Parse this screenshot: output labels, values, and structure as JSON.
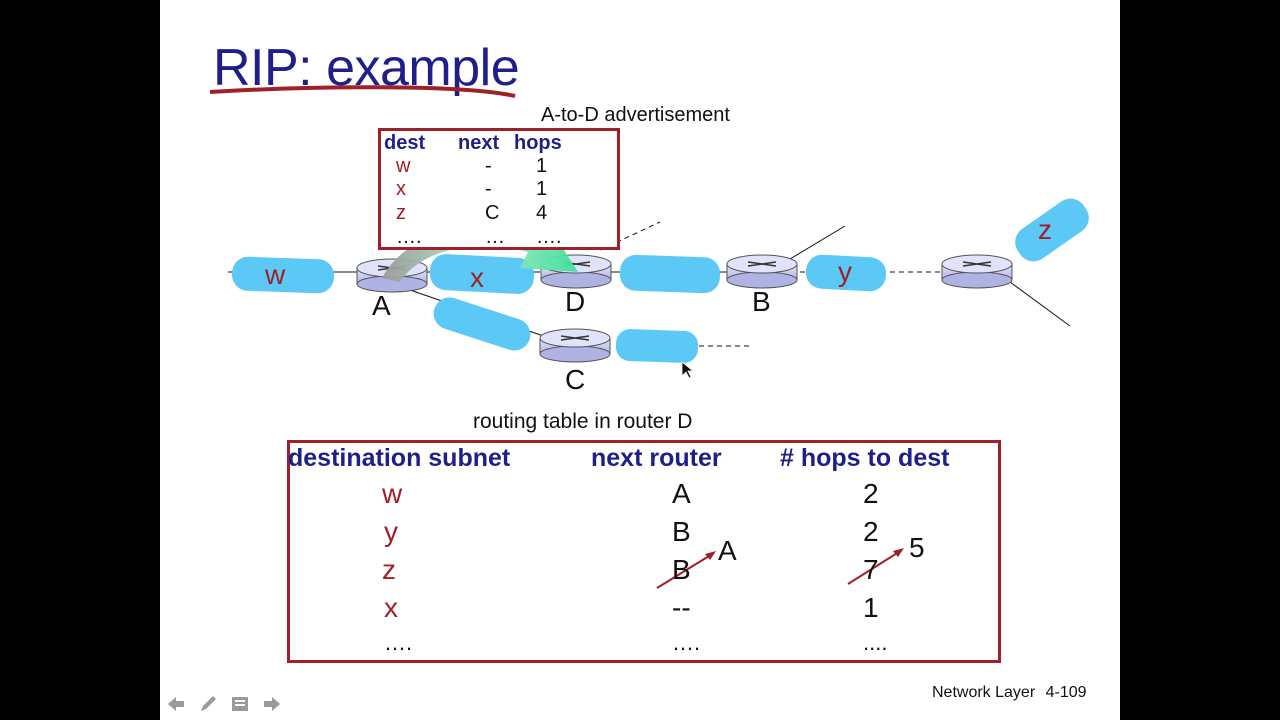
{
  "slide": {
    "title": "RIP: example",
    "footer_left": "Network Layer",
    "footer_right": "4-109"
  },
  "advertisement": {
    "caption": "A-to-D advertisement",
    "headers": [
      "dest",
      "next",
      "hops"
    ],
    "rows": [
      {
        "dest": "w",
        "next": "-",
        "hops": "1"
      },
      {
        "dest": "x",
        "next": "-",
        "hops": "1"
      },
      {
        "dest": "z",
        "next": "C",
        "hops": "4"
      },
      {
        "dest": "….",
        "next": "…",
        "hops": "…."
      }
    ]
  },
  "network": {
    "routers": [
      "A",
      "D",
      "B",
      "C"
    ],
    "subnets": [
      "w",
      "x",
      "y",
      "z"
    ]
  },
  "routing_table": {
    "caption": "routing table in router D",
    "headers": [
      "destination subnet",
      "next  router",
      "# hops to dest"
    ],
    "rows": [
      {
        "dest": "w",
        "next": "A",
        "hops": "2"
      },
      {
        "dest": "y",
        "next": "B",
        "hops": "2"
      },
      {
        "dest": "z",
        "next": "B",
        "hops": "7",
        "next_new": "A",
        "hops_new": "5"
      },
      {
        "dest": "x",
        "next": "--",
        "hops": "1"
      },
      {
        "dest": "….",
        "next": "….",
        "hops": "...."
      }
    ]
  },
  "colors": {
    "title": "#1f1f8a",
    "subnet_blob": "#5bc8f5",
    "accent_red": "#a0202a",
    "router_fill": "#c9cdf0"
  },
  "toolbar_icons": [
    "previous-arrow-icon",
    "pen-icon",
    "notes-icon",
    "next-arrow-icon"
  ]
}
